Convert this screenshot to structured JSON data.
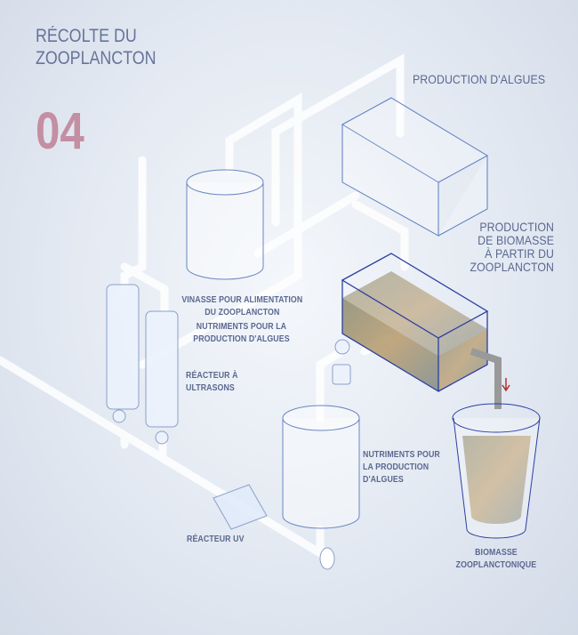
{
  "title_line1": "RÉCOLTE DU",
  "title_line2": "ZOOPLANCTON",
  "step_number": "04",
  "labels": {
    "production_algues": "PRODUCTION D'ALGUES",
    "production_biomasse": [
      "PRODUCTION",
      "DE BIOMASSE",
      "À PARTIR DU",
      "ZOOPLANCTON"
    ],
    "vinasse": [
      "VINASSE POUR ALIMENTATION",
      "DU ZOOPLANCTON"
    ],
    "nutriments_top": [
      "NUTRIMENTS POUR LA",
      "PRODUCTION D'ALGUES"
    ],
    "reacteur_ultrasons": [
      "RÉACTEUR À",
      "ULTRASONS"
    ],
    "nutriments_bottom": [
      "NUTRIMENTS POUR",
      "LA PRODUCTION",
      "D'ALGUES"
    ],
    "reacteur_uv": "RÉACTEUR UV",
    "biomasse": [
      "BIOMASSE",
      "ZOOPLANCTONIQUE"
    ]
  },
  "colors": {
    "title": "#66749a",
    "number": "#c48ea3",
    "outline": "#4a6bb0",
    "arrow": "#b03030"
  }
}
